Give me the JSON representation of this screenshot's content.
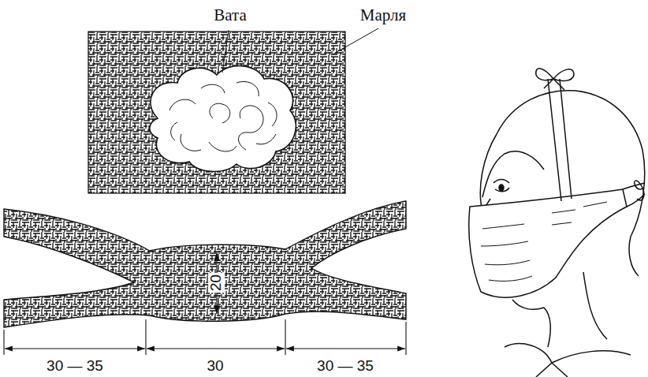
{
  "diagram": {
    "labels": [
      "Вата",
      "Марля",
      "20",
      "30 — 35",
      "30",
      "30 — 35"
    ]
  }
}
